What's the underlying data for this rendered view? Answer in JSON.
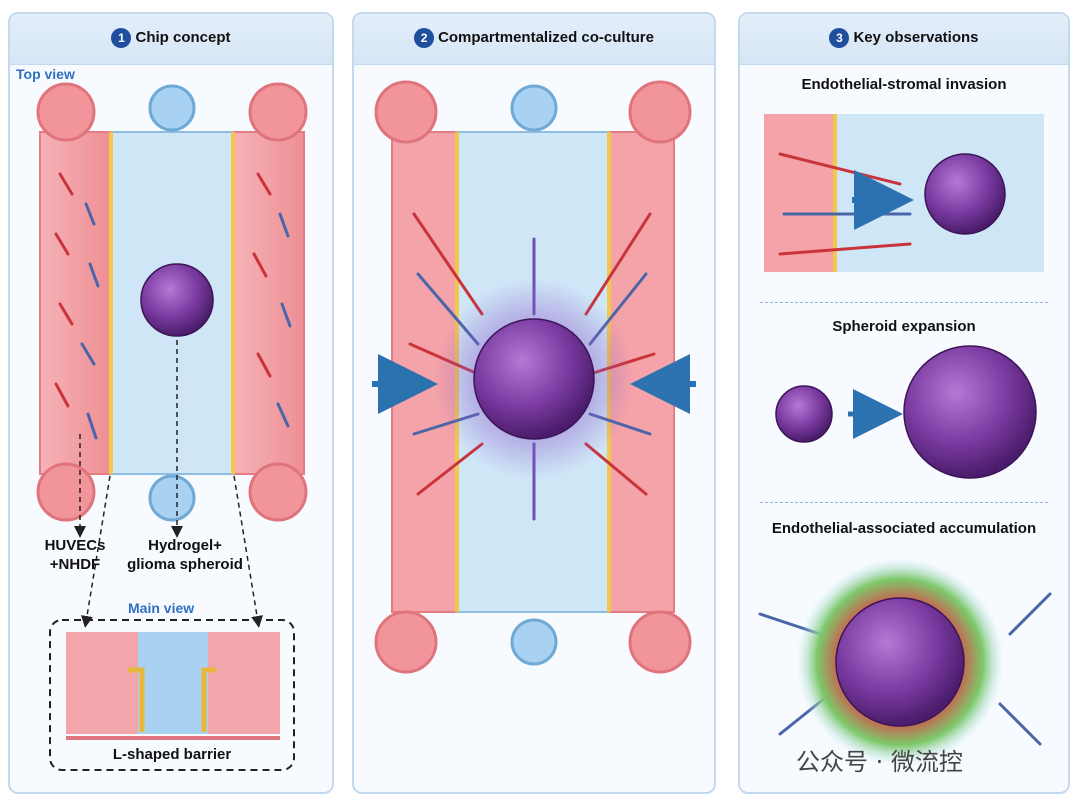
{
  "panels": [
    {
      "number": "1",
      "title": "Chip concept"
    },
    {
      "number": "2",
      "title": "Compartmentalized co-culture"
    },
    {
      "number": "3",
      "title": "Key observations"
    }
  ],
  "panel1": {
    "top_view_label": "Top view",
    "label_left": [
      "HUVECs",
      "+NHDF"
    ],
    "label_center": [
      "Hydrogel+",
      "glioma spheroid"
    ],
    "main_view_label": "Main view",
    "barrier_label": "L-shaped barrier"
  },
  "panel3": {
    "obs1": "Endothelial-stromal invasion",
    "obs2": "Spheroid expansion",
    "obs3": "Endothelial-associated accumulation"
  },
  "watermark": "公众号 · 微流控",
  "colors": {
    "channel_red": "#f4a3a8",
    "channel_blue": "#cfe6f7",
    "spheroid_purple": "#7a3aa0",
    "barrier_yellow": "#f2c84b",
    "arrow_blue": "#2d72b0",
    "panel_border": "#c4d9ee"
  }
}
